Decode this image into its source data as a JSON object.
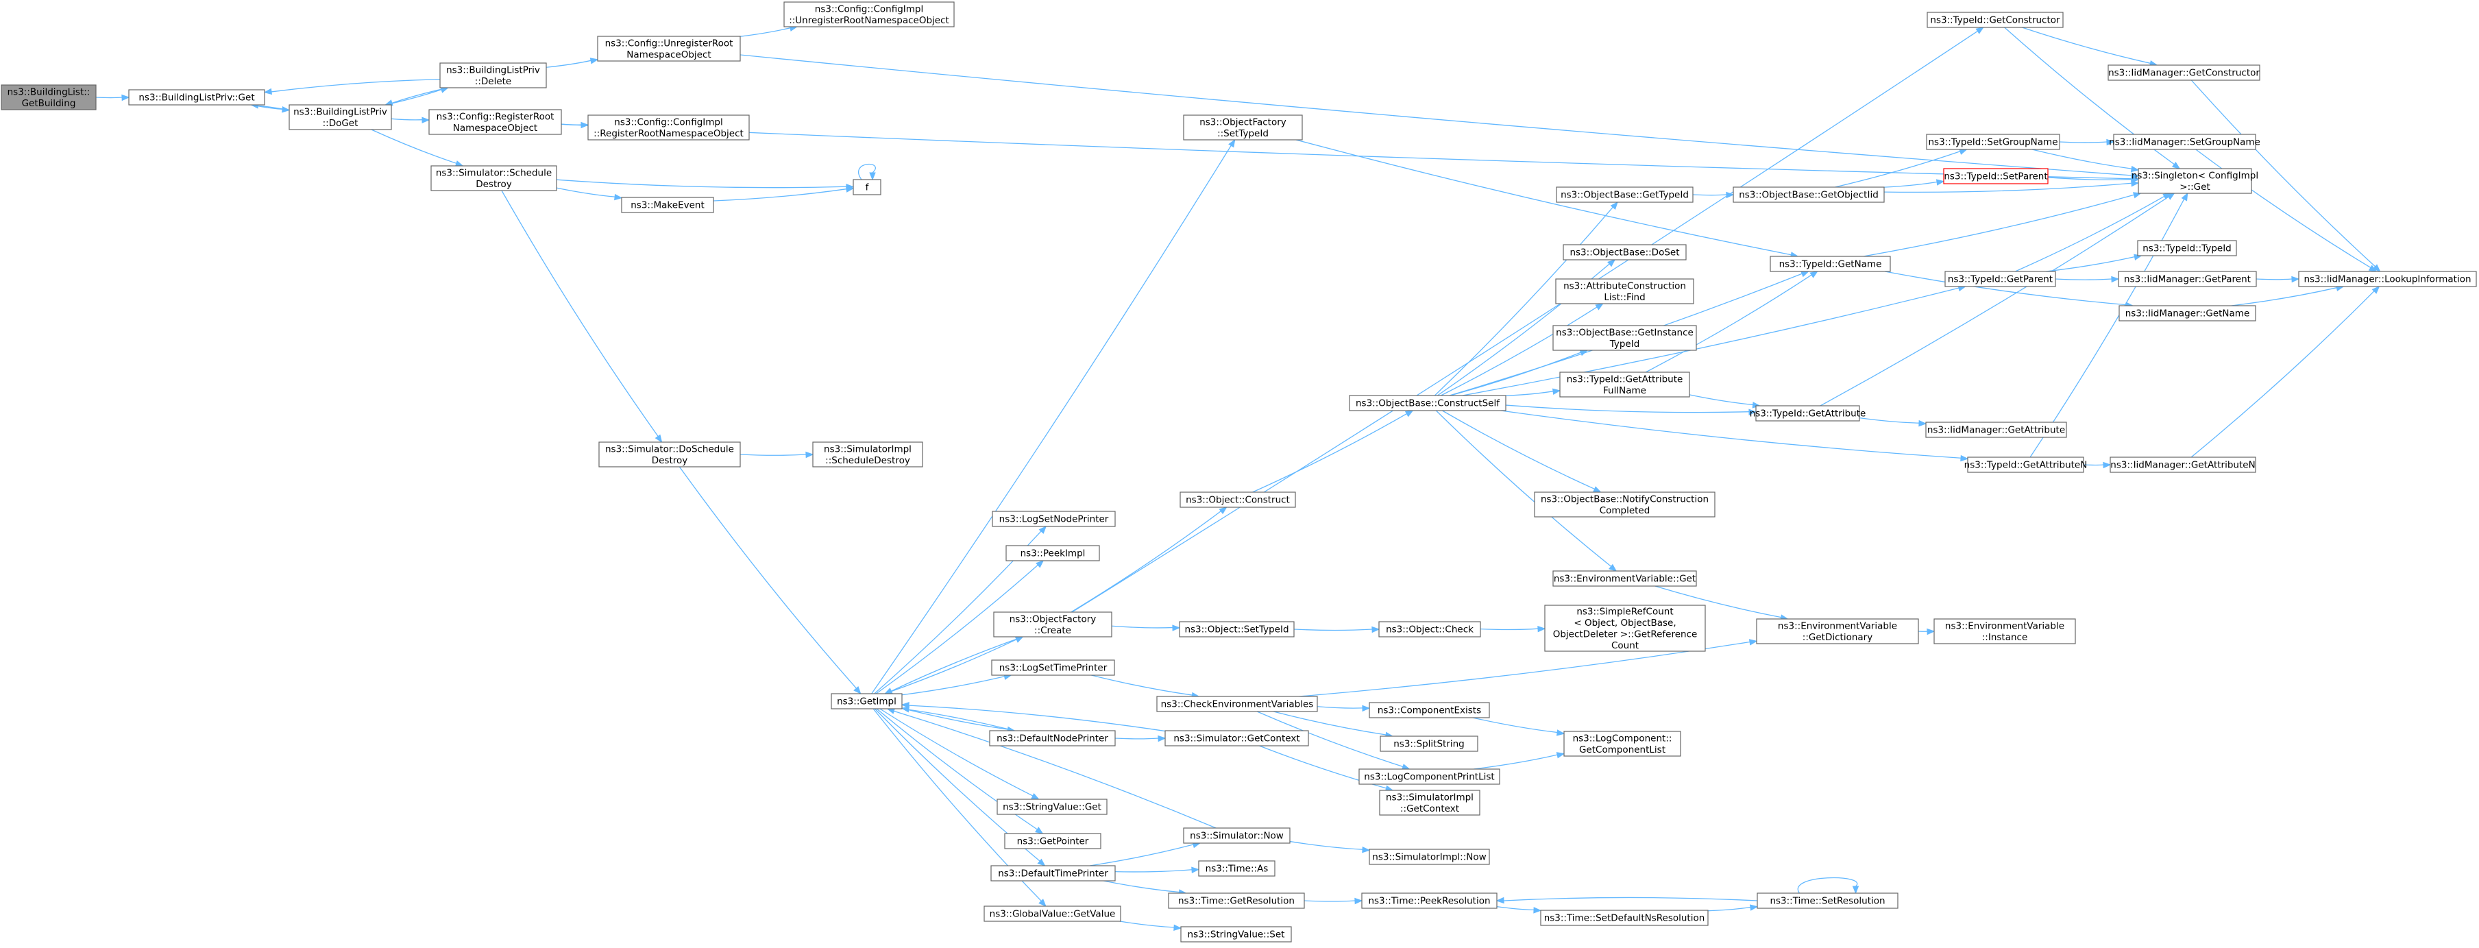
{
  "colors": {
    "edge": "#63b8ff",
    "node_border": "#666666",
    "root_fill": "#999999",
    "highlight_border": "#ff0000"
  },
  "nodes": [
    {
      "id": "n0",
      "lines": [
        "ns3::BuildingList::",
        "GetBuilding"
      ]
    },
    {
      "id": "n1",
      "lines": [
        "ns3::BuildingListPriv::Get"
      ]
    },
    {
      "id": "n2",
      "lines": [
        "ns3::BuildingListPriv",
        "::DoGet"
      ]
    },
    {
      "id": "n3",
      "lines": [
        "ns3::BuildingListPriv",
        "::Delete"
      ]
    },
    {
      "id": "n4",
      "lines": [
        "ns3::Config::UnregisterRoot",
        "NamespaceObject"
      ]
    },
    {
      "id": "n5",
      "lines": [
        "ns3::Config::ConfigImpl",
        "::UnregisterRootNamespaceObject"
      ]
    },
    {
      "id": "n6",
      "lines": [
        "ns3::Config::RegisterRoot",
        "NamespaceObject"
      ]
    },
    {
      "id": "n7",
      "lines": [
        "ns3::Config::ConfigImpl",
        "::RegisterRootNamespaceObject"
      ]
    },
    {
      "id": "n8",
      "lines": [
        "ns3::Simulator::Schedule",
        "Destroy"
      ]
    },
    {
      "id": "n9",
      "lines": [
        "f"
      ]
    },
    {
      "id": "n10",
      "lines": [
        "ns3::MakeEvent"
      ]
    },
    {
      "id": "n11",
      "lines": [
        "ns3::Simulator::DoSchedule",
        "Destroy"
      ]
    },
    {
      "id": "n12",
      "lines": [
        "ns3::SimulatorImpl",
        "::ScheduleDestroy"
      ]
    },
    {
      "id": "n13",
      "lines": [
        "ns3::GetImpl"
      ]
    },
    {
      "id": "n14",
      "lines": [
        "ns3::LogSetNodePrinter"
      ]
    },
    {
      "id": "n15",
      "lines": [
        "ns3::PeekImpl"
      ]
    },
    {
      "id": "n16",
      "lines": [
        "ns3::ObjectFactory",
        "::Create"
      ]
    },
    {
      "id": "n17",
      "lines": [
        "ns3::LogSetTimePrinter"
      ]
    },
    {
      "id": "n18",
      "lines": [
        "ns3::DefaultNodePrinter"
      ]
    },
    {
      "id": "n19",
      "lines": [
        "ns3::StringValue::Get"
      ]
    },
    {
      "id": "n20",
      "lines": [
        "ns3::GetPointer"
      ]
    },
    {
      "id": "n21",
      "lines": [
        "ns3::DefaultTimePrinter"
      ]
    },
    {
      "id": "n22",
      "lines": [
        "ns3::GlobalValue::GetValue"
      ]
    },
    {
      "id": "n23",
      "lines": [
        "ns3::ObjectFactory",
        "::SetTypeId"
      ]
    },
    {
      "id": "n24",
      "lines": [
        "ns3::Object::Construct"
      ]
    },
    {
      "id": "n25",
      "lines": [
        "ns3::Object::SetTypeId"
      ]
    },
    {
      "id": "n26",
      "lines": [
        "ns3::CheckEnvironmentVariables"
      ]
    },
    {
      "id": "n27",
      "lines": [
        "ns3::Simulator::GetContext"
      ]
    },
    {
      "id": "n28",
      "lines": [
        "ns3::Simulator::Now"
      ]
    },
    {
      "id": "n29",
      "lines": [
        "ns3::Time::As"
      ]
    },
    {
      "id": "n30",
      "lines": [
        "ns3::Time::GetResolution"
      ]
    },
    {
      "id": "n31",
      "lines": [
        "ns3::StringValue::Set"
      ]
    },
    {
      "id": "n32",
      "lines": [
        "ns3::ObjectBase::ConstructSelf"
      ]
    },
    {
      "id": "n33",
      "lines": [
        "ns3::Object::Check"
      ]
    },
    {
      "id": "n34",
      "lines": [
        "ns3::ComponentExists"
      ]
    },
    {
      "id": "n35",
      "lines": [
        "ns3::SplitString"
      ]
    },
    {
      "id": "n36",
      "lines": [
        "ns3::LogComponentPrintList"
      ]
    },
    {
      "id": "n37",
      "lines": [
        "ns3::SimulatorImpl",
        "::GetContext"
      ]
    },
    {
      "id": "n38",
      "lines": [
        "ns3::SimulatorImpl::Now"
      ]
    },
    {
      "id": "n39",
      "lines": [
        "ns3::Time::PeekResolution"
      ]
    },
    {
      "id": "n40",
      "lines": [
        "ns3::ObjectBase::GetTypeId"
      ]
    },
    {
      "id": "n41",
      "lines": [
        "ns3::ObjectBase::DoSet"
      ]
    },
    {
      "id": "n42",
      "lines": [
        "ns3::AttributeConstruction",
        "List::Find"
      ]
    },
    {
      "id": "n43",
      "lines": [
        "ns3::ObjectBase::GetInstance",
        "TypeId"
      ]
    },
    {
      "id": "n44",
      "lines": [
        "ns3::TypeId::GetAttribute",
        "FullName"
      ]
    },
    {
      "id": "n45",
      "lines": [
        "ns3::ObjectBase::NotifyConstruction",
        "Completed"
      ]
    },
    {
      "id": "n46",
      "lines": [
        "ns3::EnvironmentVariable::Get"
      ]
    },
    {
      "id": "n47",
      "lines": [
        "ns3::SimpleRefCount",
        "< Object, ObjectBase,",
        "ObjectDeleter >::GetReference",
        "Count"
      ]
    },
    {
      "id": "n48",
      "lines": [
        "ns3::LogComponent::",
        "GetComponentList"
      ]
    },
    {
      "id": "n49",
      "lines": [
        "ns3::Time::SetDefaultNsResolution"
      ]
    },
    {
      "id": "n50",
      "lines": [
        "ns3::ObjectBase::GetObjectIid"
      ]
    },
    {
      "id": "n51",
      "lines": [
        "ns3::TypeId::GetName"
      ]
    },
    {
      "id": "n52",
      "lines": [
        "ns3::TypeId::GetAttribute"
      ]
    },
    {
      "id": "n53",
      "lines": [
        "ns3::EnvironmentVariable",
        "::GetDictionary"
      ]
    },
    {
      "id": "n54",
      "lines": [
        "ns3::Time::SetResolution"
      ]
    },
    {
      "id": "n55",
      "lines": [
        "ns3::TypeId::GetConstructor"
      ]
    },
    {
      "id": "n56",
      "lines": [
        "ns3::TypeId::SetGroupName"
      ]
    },
    {
      "id": "n57",
      "lines": [
        "ns3::TypeId::SetParent"
      ]
    },
    {
      "id": "n58",
      "lines": [
        "ns3::TypeId::GetParent"
      ]
    },
    {
      "id": "n59",
      "lines": [
        "ns3::IidManager::GetAttribute"
      ]
    },
    {
      "id": "n60",
      "lines": [
        "ns3::TypeId::GetAttributeN"
      ]
    },
    {
      "id": "n61",
      "lines": [
        "ns3::EnvironmentVariable",
        "::Instance"
      ]
    },
    {
      "id": "n62",
      "lines": [
        "ns3::IidManager::GetConstructor"
      ]
    },
    {
      "id": "n63",
      "lines": [
        "ns3::IidManager::SetGroupName"
      ]
    },
    {
      "id": "n64",
      "lines": [
        "ns3::Singleton< ConfigImpl",
        ">::Get"
      ]
    },
    {
      "id": "n65",
      "lines": [
        "ns3::TypeId::TypeId"
      ]
    },
    {
      "id": "n66",
      "lines": [
        "ns3::IidManager::GetParent"
      ]
    },
    {
      "id": "n67",
      "lines": [
        "ns3::IidManager::GetName"
      ]
    },
    {
      "id": "n68",
      "lines": [
        "ns3::IidManager::GetAttributeN"
      ]
    },
    {
      "id": "n69",
      "lines": [
        "ns3::IidManager::LookupInformation"
      ]
    }
  ]
}
